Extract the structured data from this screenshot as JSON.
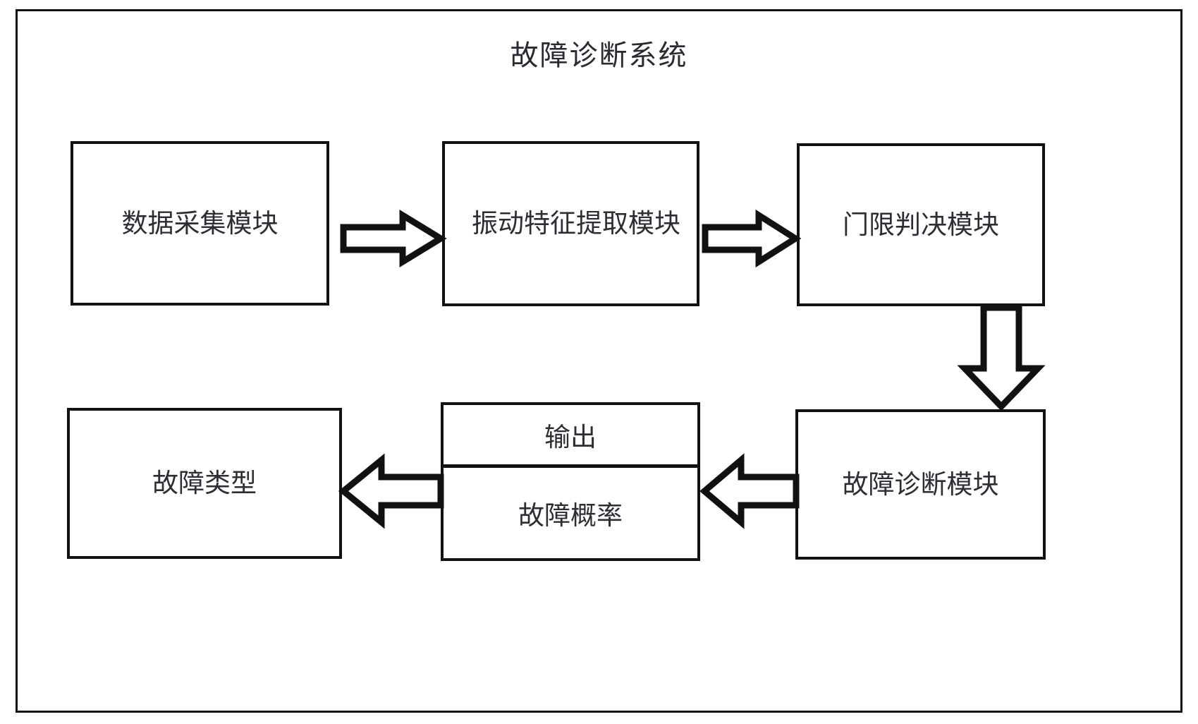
{
  "diagram": {
    "title": "故障诊断系统",
    "type": "block-flow-diagram",
    "nodes": [
      {
        "id": "data-acquisition",
        "label": "数据采集模块",
        "row": "top",
        "column": 1
      },
      {
        "id": "vibration-feature-extraction",
        "label": "振动特征提取模块",
        "row": "top",
        "column": 2
      },
      {
        "id": "threshold-decision",
        "label": "门限判决模块",
        "row": "top",
        "column": 3
      },
      {
        "id": "fault-type",
        "label": "故障类型",
        "row": "bottom",
        "column": 1
      },
      {
        "id": "output-group",
        "label_top": "输出",
        "label_bottom": "故障概率",
        "row": "bottom",
        "column": 2
      },
      {
        "id": "fault-diagnosis",
        "label": "故障诊断模块",
        "row": "bottom",
        "column": 3
      }
    ],
    "edges": [
      {
        "from": "data-acquisition",
        "to": "vibration-feature-extraction",
        "direction": "right",
        "style": "block-arrow"
      },
      {
        "from": "vibration-feature-extraction",
        "to": "threshold-decision",
        "direction": "right",
        "style": "block-arrow"
      },
      {
        "from": "threshold-decision",
        "to": "fault-diagnosis",
        "direction": "down",
        "style": "block-arrow"
      },
      {
        "from": "fault-diagnosis",
        "to": "output-group",
        "direction": "left",
        "style": "block-arrow"
      },
      {
        "from": "output-group",
        "to": "fault-type",
        "direction": "left",
        "style": "block-arrow"
      }
    ],
    "colors": {
      "stroke": "#111111",
      "fill": "#ffffff",
      "text": "#2d2d36"
    }
  }
}
